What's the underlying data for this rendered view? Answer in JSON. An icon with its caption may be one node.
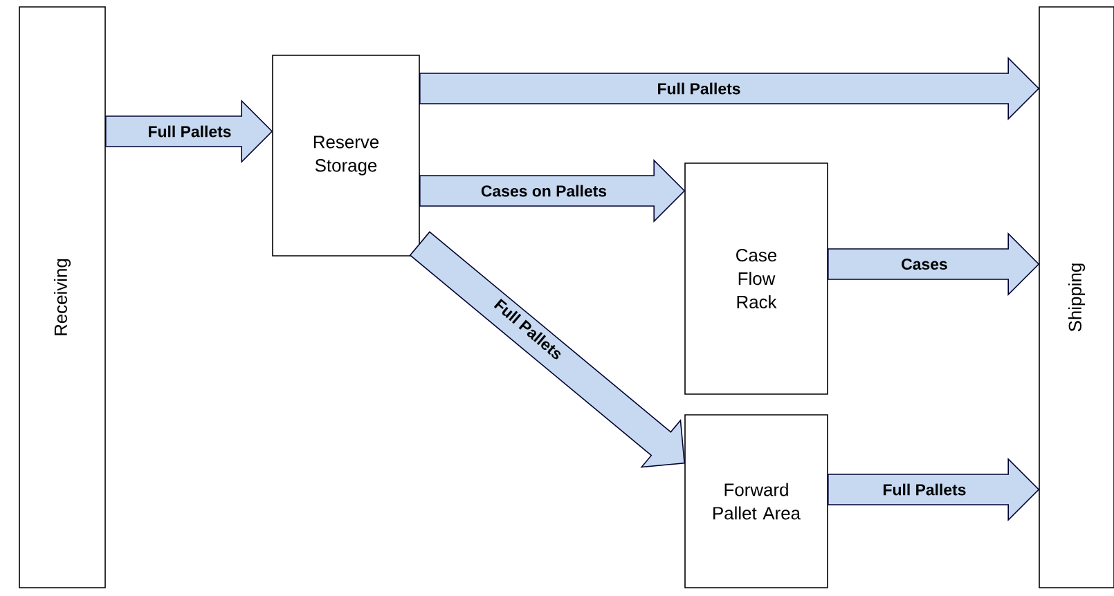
{
  "diagram": {
    "nodes": [
      {
        "text": [
          "Receiving"
        ]
      },
      {
        "text": [
          "Reserve Storage"
        ]
      },
      {
        "text": [
          "Case Flow Rack"
        ]
      },
      {
        "text": [
          "Forward Pallet Area"
        ]
      },
      {
        "text": [
          "Shipping"
        ]
      }
    ],
    "edges": [
      {
        "from": 0,
        "to": 1,
        "arrow": "to",
        "label": "Full Pallets"
      },
      {
        "from": 1,
        "to": 4,
        "arrow": "to",
        "label": "Full Pallets"
      },
      {
        "from": 1,
        "to": 2,
        "arrow": "to",
        "label": "Cases on Pallets"
      },
      {
        "from": 2,
        "to": 4,
        "arrow": "to",
        "label": "Cases"
      },
      {
        "from": 1,
        "to": 3,
        "arrow": "to",
        "label": "Full Pallets"
      },
      {
        "from": 3,
        "to": 4,
        "arrow": "to",
        "label": "Full Pallets"
      }
    ]
  }
}
